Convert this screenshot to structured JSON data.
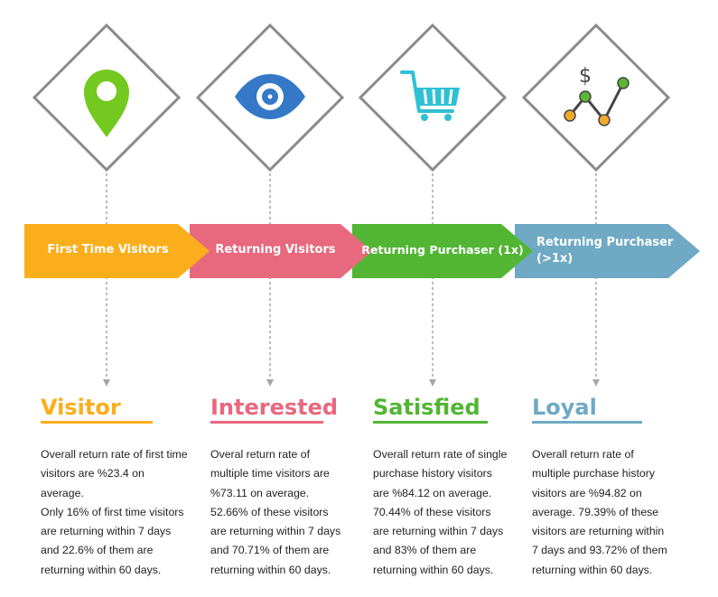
{
  "colors": {
    "diamond_border": "#8a8a8f",
    "connector": "#a6a6a6",
    "stage1": "#fbae1c",
    "stage2": "#e8687e",
    "stage3": "#52b534",
    "stage4": "#6fa9c4",
    "pin": "#73c91f",
    "eye": "#3478c7",
    "cart": "#30c0d4",
    "chart_line": "#454545",
    "dot_green": "#5cb636",
    "dot_orange": "#f0a92a"
  },
  "icons": {
    "col1": "map-pin-icon",
    "col2": "eye-icon",
    "col3": "shopping-cart-icon",
    "col4": "dollar-chart-icon",
    "dollar_sign": "$"
  },
  "stages": [
    {
      "label": "First Time Visitors"
    },
    {
      "label": "Returning Visitors"
    },
    {
      "label": "Returning Purchaser (1x)"
    },
    {
      "label_line1": "Returning Purchaser",
      "label_line2": "(>1x)"
    }
  ],
  "columns": [
    {
      "title": "Visitor",
      "lines": [
        "Overall return rate of first time",
        "visitors are %23.4 on",
        "average.",
        "Only 16% of first time visitors",
        "are returning within 7 days",
        "and 22.6% of them are",
        "returning within 60 days."
      ]
    },
    {
      "title": "Interested",
      "lines": [
        "Overal return rate of",
        "multiple time visitors are",
        "%73.11 on average.",
        "52.66% of these visitors",
        "are returning within 7 days",
        "and 70.71% of them are",
        "returning within 60 days."
      ]
    },
    {
      "title": "Satisfied",
      "lines": [
        "Overall return rate of single",
        "purchase history visitors",
        "are %84.12 on average.",
        "70.44% of these visitors",
        "are returning within 7 days",
        "and 83% of them are",
        "returning within 60 days."
      ]
    },
    {
      "title": "Loyal",
      "lines": [
        "Overall return rate of",
        "multiple purchase history",
        "visitors are %94.82 on",
        "average. 79.39% of these",
        "visitors are returning within",
        "7 days and 93.72% of them",
        "returning within 60 days."
      ]
    }
  ]
}
